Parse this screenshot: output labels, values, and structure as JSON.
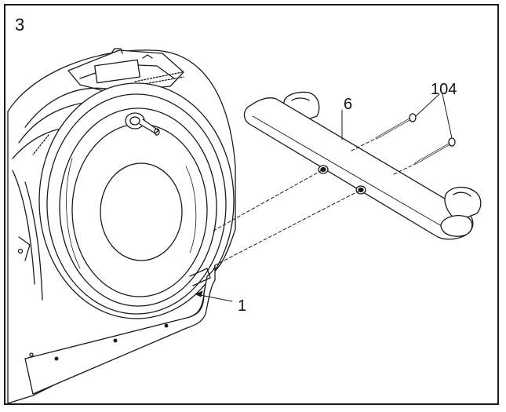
{
  "step": {
    "number": "3"
  },
  "callouts": {
    "frame_part": "1",
    "stabilizer_part": "6",
    "bolt_part": "104"
  },
  "colors": {
    "line": "#1a1a1a",
    "fill": "#ffffff",
    "border": "#1a1a1a"
  }
}
